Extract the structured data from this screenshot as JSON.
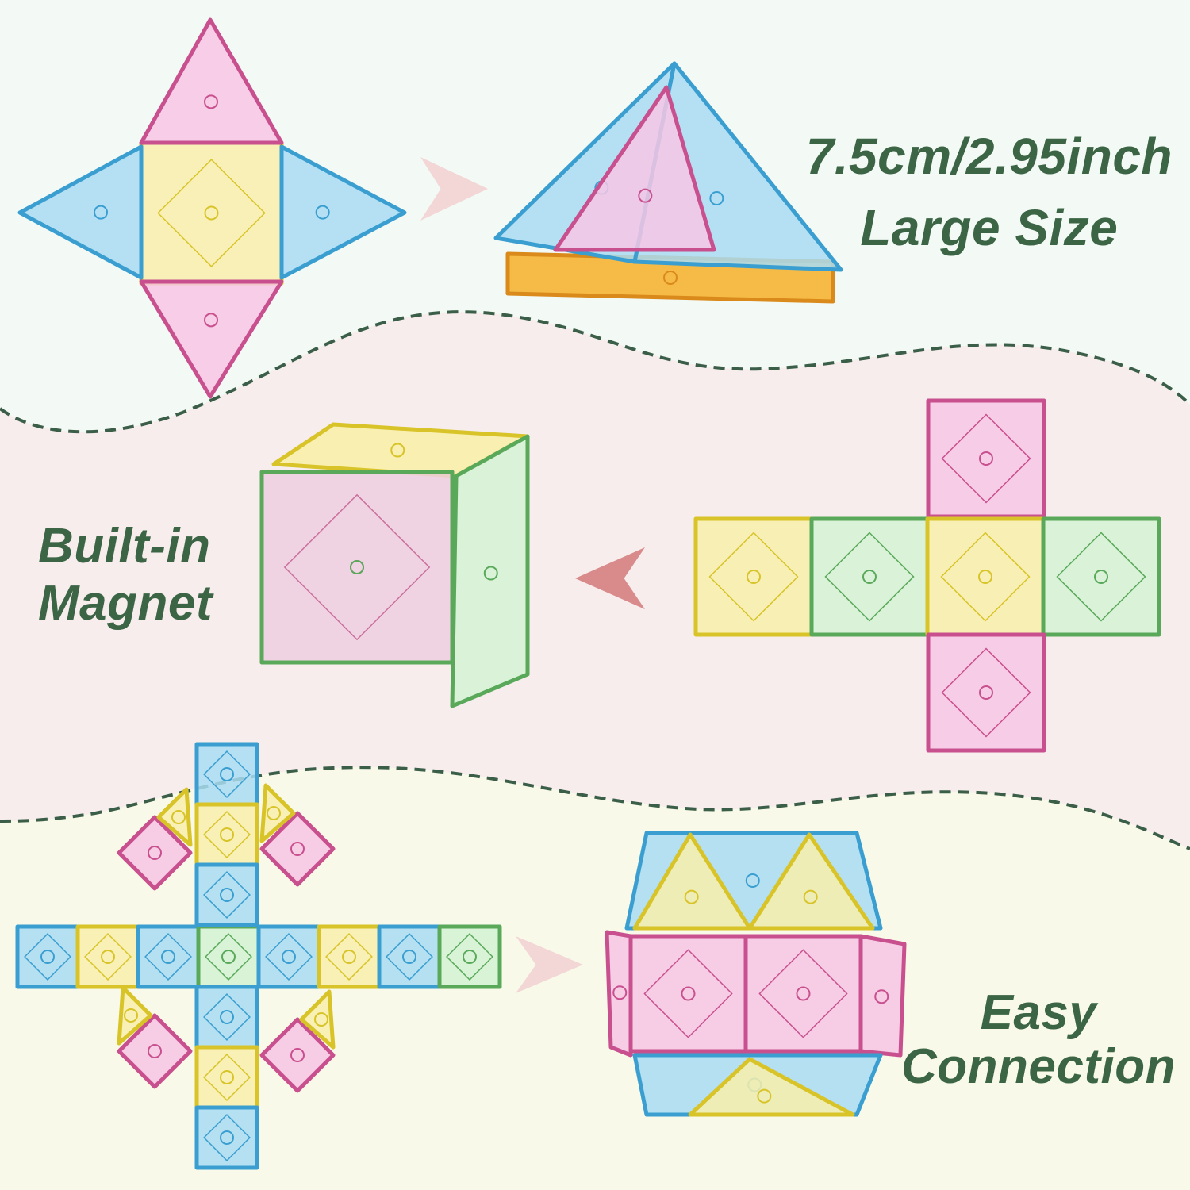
{
  "captions": {
    "size_line1": "7.5cm/2.95inch",
    "size_line2": "Large Size",
    "magnet_line1": "Built-in",
    "magnet_line2": "Magnet",
    "connection_line1": "Easy",
    "connection_line2": "Connection"
  },
  "colors": {
    "text": "#3b6545",
    "band_top": "#f3f9f5",
    "band_middle": "#f7eded",
    "band_bottom": "#f8f9e8",
    "divider": "#3b5e48",
    "tile_pink": "#f7c6e4",
    "tile_blue": "#a9dcf3",
    "tile_yellow": "#f8eeaa",
    "tile_green": "#d4f2d4",
    "tile_orange": "#f6b73c",
    "arrow_light": "#f3d6d6",
    "arrow_dark": "#d98a8a"
  },
  "illustrations": [
    "pyramid-net",
    "pyramid",
    "cube",
    "cube-net",
    "ball-net",
    "ball"
  ]
}
